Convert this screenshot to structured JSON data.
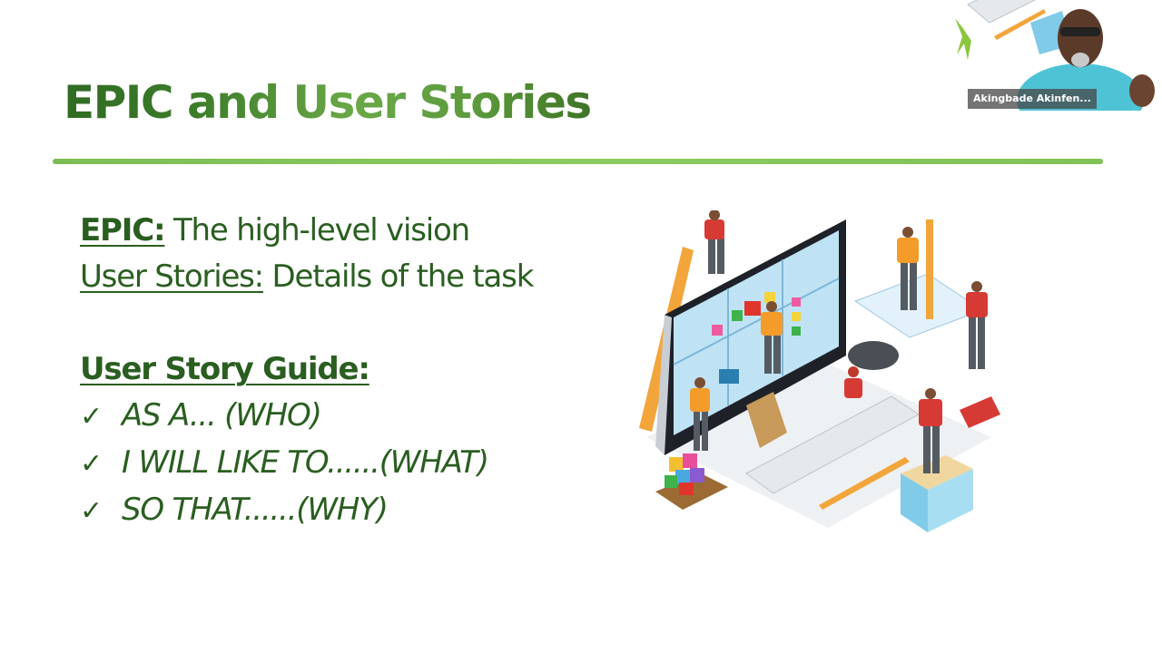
{
  "slide": {
    "title": "EPIC and User Stories",
    "definitions": [
      {
        "term": "EPIC:",
        "text": " The high-level vision"
      },
      {
        "term": "User Stories:",
        "text": " Details of the task"
      }
    ],
    "guide": {
      "heading": "User Story Guide:",
      "check_glyph": "✓",
      "items": [
        "AS A... (WHO)",
        "I WILL LIKE TO......(WHAT)",
        "SO THAT......(WHY)"
      ]
    },
    "illustration_icon": "team-building-website-illustration",
    "colors": {
      "title_dark": "#2f6b22",
      "title_light": "#6aa847",
      "body_text": "#2a5e20",
      "divider": "#7cbd56"
    }
  },
  "video_call": {
    "participant_name": "Akingbade Akinfen...",
    "logo_icon": "green-leaf-logo-icon"
  }
}
